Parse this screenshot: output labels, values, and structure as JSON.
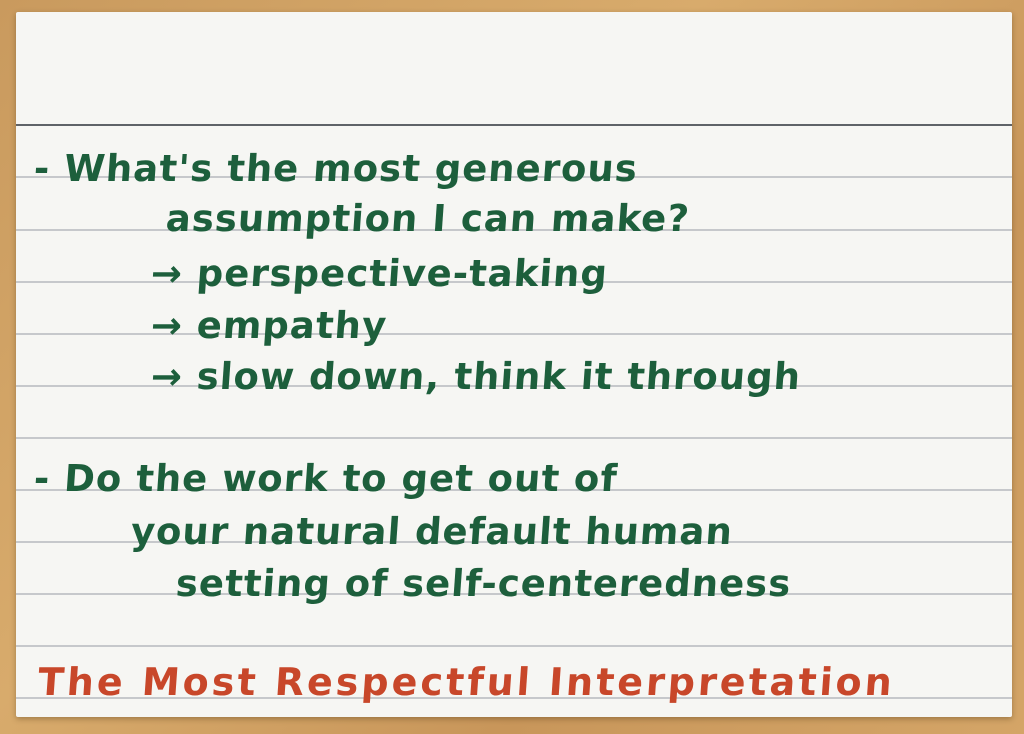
{
  "card": {
    "lines": [
      "- What's the most generous",
      "assumption I can make?",
      "→ perspective-taking",
      "→ empathy",
      "→ slow down, think it through",
      "- Do the work to get out of",
      "your natural default human",
      "setting of self-centeredness"
    ],
    "title": "The Most Respectful Interpretation",
    "colors": {
      "ink_green": "#1d5f3c",
      "ink_red": "#c8472a",
      "paper": "#f6f6f3",
      "table": "#d0a062"
    }
  }
}
